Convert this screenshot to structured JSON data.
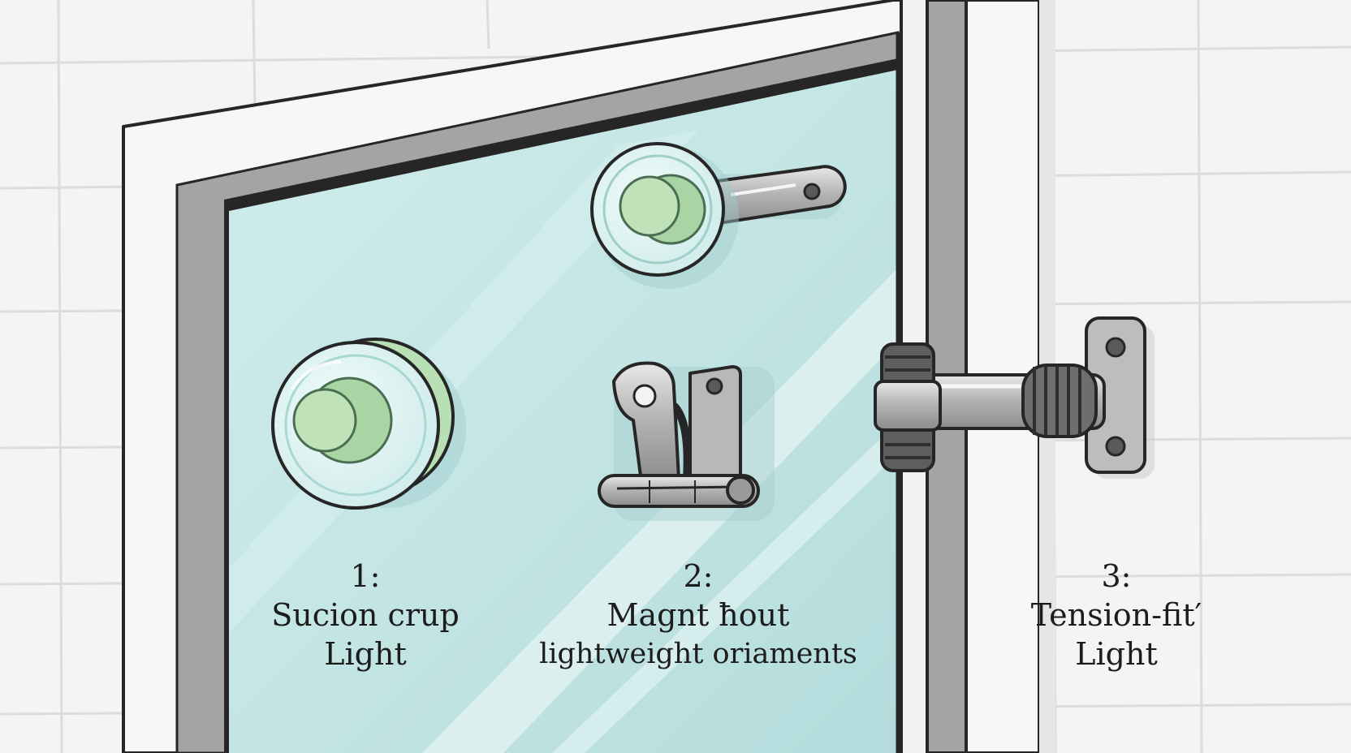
{
  "labels": [
    {
      "number": "1:",
      "line1": "Sucion crup",
      "line2": "Light"
    },
    {
      "number": "2:",
      "line1": "Magnt ħout",
      "line2": "lightweight oriaments"
    },
    {
      "number": "3:",
      "line1": "Tension-fit′",
      "line2": "Light"
    }
  ],
  "colors": {
    "wall": "#f4f4f4",
    "tile_grid": "#dcdcdc",
    "frame_white": "#f7f7f7",
    "frame_grey": "#a4a4a4",
    "glass": "#bfe3e3",
    "suction_green": "#b9dfb4",
    "metal": "#a9a9a9",
    "outline": "#262626"
  },
  "icons": [
    "suction-cup-hook-icon",
    "suction-cup-icon",
    "binder-clip-icon",
    "tension-rod-icon"
  ]
}
